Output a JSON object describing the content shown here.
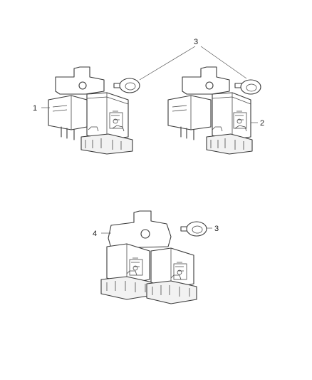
{
  "callouts": {
    "c1": "1",
    "c2": "2",
    "c3_top": "3",
    "c3_bottom": "3",
    "c4": "4"
  }
}
